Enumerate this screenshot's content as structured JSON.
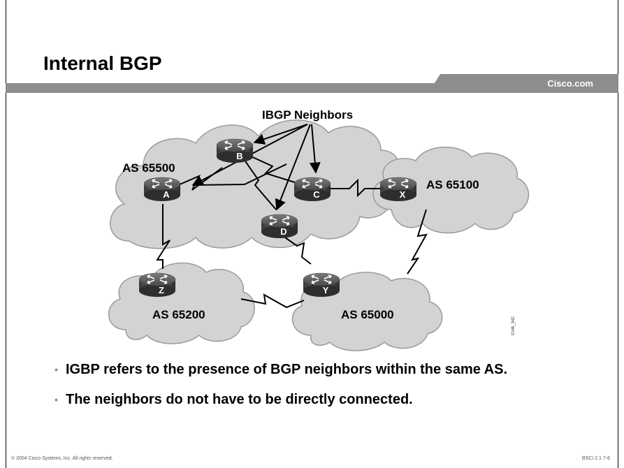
{
  "slide": {
    "title": "Internal BGP",
    "brand": "Cisco.com",
    "footer_left": "© 2004 Cisco Systems, Inc. All rights reserved.",
    "footer_right": "BSCI 2.1   7-6"
  },
  "diagram": {
    "callout": "IBGP Neighbors",
    "as_labels": {
      "as65500": "AS 65500",
      "as65100": "AS 65100",
      "as65200": "AS 65200",
      "as65000": "AS 65000"
    },
    "routers": {
      "A": "A",
      "B": "B",
      "C": "C",
      "D": "D",
      "X": "X",
      "Y": "Y",
      "Z": "Z"
    },
    "figure_id": "0146_342"
  },
  "bullets": [
    "IGBP refers to the presence of BGP neighbors within the same AS.",
    "The neighbors do not have to be directly connected."
  ]
}
